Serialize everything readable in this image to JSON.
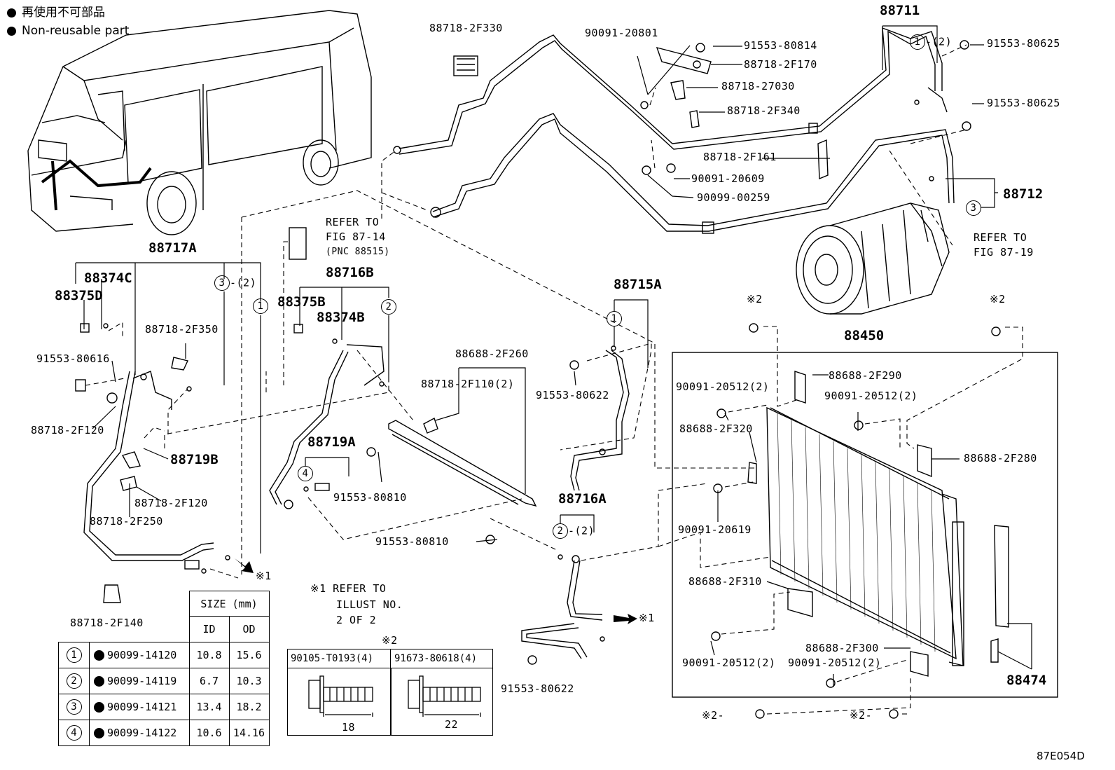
{
  "legend": {
    "jp_label": "再使用不可部品",
    "en_label": "Non-reusable part"
  },
  "refs": {
    "refer_to": "REFER TO",
    "fig_87_14": "FIG 87-14",
    "pnc_88515": "(PNC 88515)",
    "fig_87_19": "FIG 87-19"
  },
  "parts": {
    "p88711": "88711",
    "p88712": "88712",
    "p88717A": "88717A",
    "p88374C": "88374C",
    "p88375D": "88375D",
    "p88716B": "88716B",
    "p88375B": "88375B",
    "p88374B": "88374B",
    "p88715A": "88715A",
    "p88450": "88450",
    "p88719A": "88719A",
    "p88719B": "88719B",
    "p88716A": "88716A",
    "p88474": "88474",
    "p88718_2F330": "88718-2F330",
    "p90091_20801": "90091-20801",
    "p91553_80814": "91553-80814",
    "p88718_2F170": "88718-2F170",
    "p88718_27030": "88718-27030",
    "p88718_2F340": "88718-2F340",
    "p88718_2F161": "88718-2F161",
    "p90091_20609": "90091-20609",
    "p90099_00259": "90099-00259",
    "p91553_80625_a": "91553-80625",
    "p91553_80625_b": "91553-80625",
    "p88718_2F350": "88718-2F350",
    "p91553_80616": "91553-80616",
    "p88718_2F120_a": "88718-2F120",
    "p88718_2F120_b": "88718-2F120",
    "p88718_2F250": "88718-2F250",
    "p88718_2F140": "88718-2F140",
    "p88688_2F260": "88688-2F260",
    "p88718_2F110": "88718-2F110(2)",
    "p91553_80622_a": "91553-80622",
    "p91553_80622_b": "91553-80622",
    "p91553_80810_a": "91553-80810",
    "p91553_80810_b": "91553-80810",
    "p88688_2F290": "88688-2F290",
    "p90091_20512_a": "90091-20512(2)",
    "p90091_20512_b": "90091-20512(2)",
    "p90091_20512_c": "90091-20512(2)",
    "p90091_20512_d": "90091-20512(2)",
    "p88688_2F320": "88688-2F320",
    "p88688_2F280": "88688-2F280",
    "p90091_20619": "90091-20619",
    "p88688_2F310": "88688-2F310",
    "p88688_2F300": "88688-2F300"
  },
  "marks": {
    "circle1": "1",
    "circle2": "2",
    "circle3": "3",
    "circle4": "4",
    "qty2": "-(2)",
    "note_x1": "※1",
    "note_x2": "※2"
  },
  "note1": {
    "mark": "※1",
    "line1": "REFER TO",
    "line2": "ILLUST NO.",
    "line3": "2 OF 2"
  },
  "size_table": {
    "header": "SIZE (mm)",
    "col_id": "ID",
    "col_od": "OD",
    "rows": [
      {
        "no": "1",
        "part": "90099-14120",
        "id": "10.8",
        "od": "15.6"
      },
      {
        "no": "2",
        "part": "90099-14119",
        "id": "6.7",
        "od": "10.3"
      },
      {
        "no": "3",
        "part": "90099-14121",
        "id": "13.4",
        "od": "18.2"
      },
      {
        "no": "4",
        "part": "90099-14122",
        "id": "10.6",
        "od": "14.16"
      }
    ]
  },
  "bolt_table": {
    "mark": "※2",
    "col1": "90105-T0193(4)",
    "col2": "91673-80618(4)",
    "dim1": "18",
    "dim2": "22"
  },
  "footer_code": "87E054D"
}
